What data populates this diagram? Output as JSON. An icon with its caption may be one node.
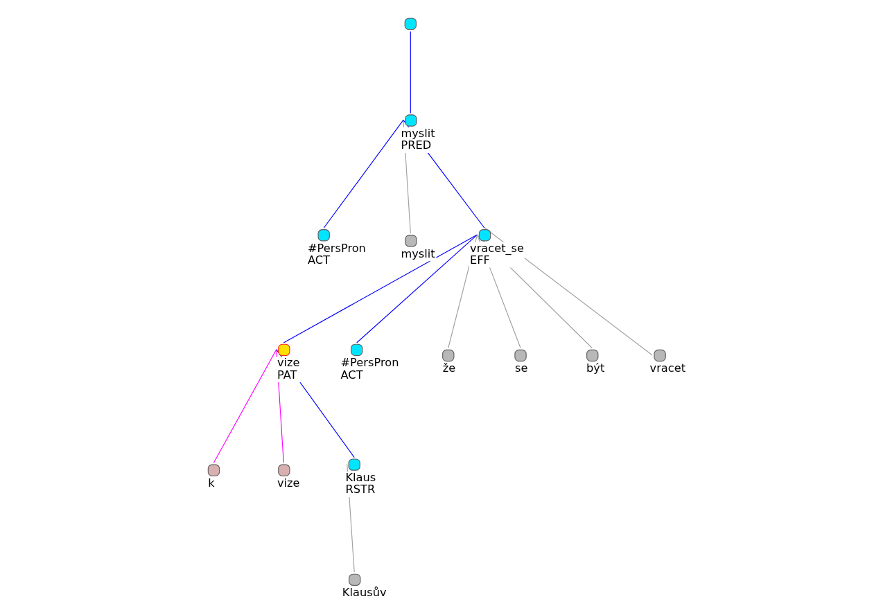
{
  "diagram": {
    "nodes": [
      {
        "text": [],
        "shape": "circle"
      },
      {
        "text": [
          "myslit",
          "PRED"
        ]
      },
      {
        "text": [
          "#PersPron",
          "ACT"
        ]
      },
      {
        "text": [
          "myslit"
        ]
      },
      {
        "text": [
          "vracet_se",
          "EFF"
        ]
      },
      {
        "text": [
          "vize",
          "PAT"
        ]
      },
      {
        "text": [
          "#PersPron",
          "ACT"
        ]
      },
      {
        "text": [
          "že"
        ]
      },
      {
        "text": [
          "se"
        ]
      },
      {
        "text": [
          "být"
        ]
      },
      {
        "text": [
          "vracet"
        ]
      },
      {
        "text": [
          "k"
        ]
      },
      {
        "text": [
          "vize"
        ]
      },
      {
        "text": [
          "Klaus",
          "RSTR"
        ]
      },
      {
        "text": [
          "Klausův"
        ]
      }
    ],
    "edges": [
      {
        "from": 0,
        "to": 1,
        "arrow": "none"
      },
      {
        "from": 1,
        "to": 2,
        "arrow": "none"
      },
      {
        "from": 1,
        "to": 3,
        "arrow": "none",
        "color": "#a0a0a0"
      },
      {
        "from": 1,
        "to": 4,
        "arrow": "none"
      },
      {
        "from": 4,
        "to": 5,
        "arrow": "none"
      },
      {
        "from": 4,
        "to": 6,
        "arrow": "none"
      },
      {
        "from": 4,
        "to": 7,
        "arrow": "none",
        "color": "#a0a0a0"
      },
      {
        "from": 4,
        "to": 8,
        "arrow": "none",
        "color": "#a0a0a0"
      },
      {
        "from": 4,
        "to": 9,
        "arrow": "none",
        "color": "#a0a0a0"
      },
      {
        "from": 4,
        "to": 10,
        "arrow": "none",
        "color": "#a0a0a0"
      },
      {
        "from": 5,
        "to": 11,
        "arrow": "none",
        "color": "#ff00ff"
      },
      {
        "from": 5,
        "to": 12,
        "arrow": "none",
        "color": "#ff00ff"
      },
      {
        "from": 5,
        "to": 13,
        "arrow": "none"
      },
      {
        "from": 13,
        "to": 14,
        "arrow": "none",
        "color": "#a0a0a0"
      }
    ]
  }
}
